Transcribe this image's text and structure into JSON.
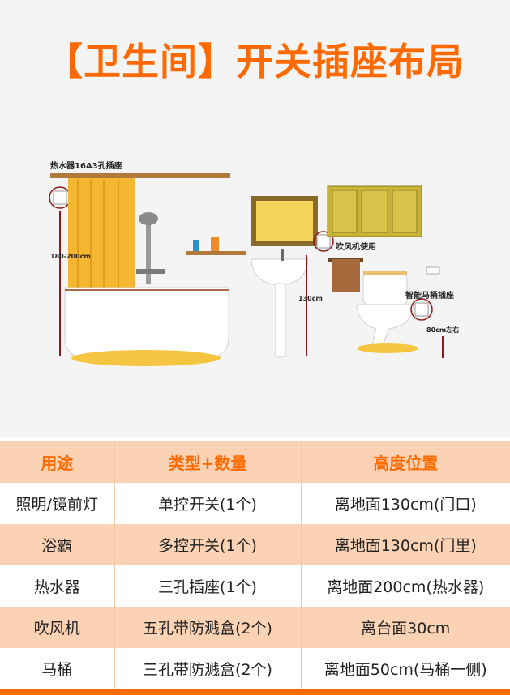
{
  "title": "【卫生间】开关插座布局",
  "illustration": {
    "label_heater": "热水器16A3孔插座",
    "label_height_shower": "180-200cm",
    "label_height_sink": "130cm",
    "label_hairdryer": "吹风机使用",
    "label_toilet": "智能马桶插座",
    "label_height_toilet": "80cm左右"
  },
  "table": {
    "headers": [
      "用途",
      "类型+数量",
      "高度位置"
    ],
    "rows": [
      [
        "照明/镜前灯",
        "单控开关(1个)",
        "离地面130cm(门口)"
      ],
      [
        "浴霸",
        "多控开关(1个)",
        "离地面130cm(门里)"
      ],
      [
        "热水器",
        "三孔插座(1个)",
        "离地面200cm(热水器)"
      ],
      [
        "吹风机",
        "五孔带防溅盒(2个)",
        "离台面30cm"
      ],
      [
        "马桶",
        "三孔带防溅盒(2个)",
        "离地面50cm(马桶一侧)"
      ]
    ]
  },
  "colors": {
    "accent": "#ff6a00",
    "band": "#fcd2b4",
    "curtain": "#f5b731",
    "cabinet": "#c9b23a"
  }
}
